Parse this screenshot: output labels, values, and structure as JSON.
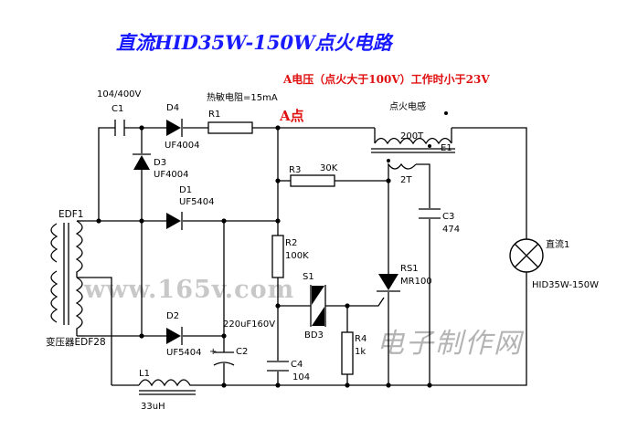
{
  "colors": {
    "wire": "#000000",
    "title": "#1a1aff",
    "note": "#e01010",
    "watermark_url": "#c8c8c8",
    "watermark_cn": "#b4b4b4"
  },
  "title": "直流HID35W-150W点火电路",
  "note": "A电压（点火大于100V）工作时小于23V",
  "point_a": "A点",
  "watermark_url": "www.165v.com",
  "watermark_cn": "电子制作网",
  "labels": {
    "c1_value": "104/400V",
    "c1": "C1",
    "d4": "D4",
    "d4_part": "UF4004",
    "r1": "R1",
    "r1_note": "热敏电阻=15mA",
    "d3": "D3",
    "d3_part": "UF4004",
    "d1": "D1",
    "d1_part": "UF5404",
    "d2": "D2",
    "d2_part": "UF5404",
    "c2_value": "220uF160V",
    "c2": "C2",
    "c2_plus": "+",
    "edf1": "EDF1",
    "transformer": "变压器EDF28",
    "r2": "R2",
    "r2_value": "100K",
    "r3": "R3",
    "r3_value": "30K",
    "s1": "S1",
    "bd3": "BD3",
    "c4": "C4",
    "c4_value": "104",
    "r4": "R4",
    "r4_value": "1k",
    "rs1": "RS1",
    "rs1_part": "MR100",
    "ign_coil": "点火电感",
    "t200": "200T",
    "e1": "E1",
    "t2": "2T",
    "c3": "C3",
    "c3_value": "474",
    "lamp": "直流1",
    "lamp_part": "HID35W-150W",
    "l1": "L1",
    "l1_value": "33uH"
  }
}
